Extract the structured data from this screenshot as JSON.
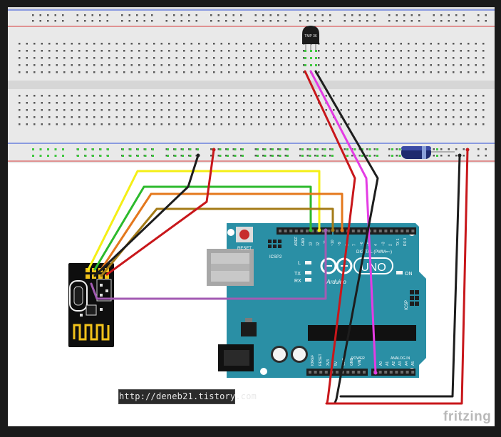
{
  "watermark": {
    "url": "http://deneb21.tistory.com",
    "brand": "fritzing"
  },
  "arduino": {
    "logo_text": "UNO",
    "brand_text": "Arduino",
    "reset_label": "RESET",
    "icsp2_label": "ICSP2",
    "icsp_label": "ICSP",
    "on_label": "ON",
    "l_label": "L",
    "tx_label": "TX",
    "rx_label": "RX",
    "digital_label": "DIGITAL (PWM=~)",
    "power_label": "POWER",
    "analog_label": "ANALOG IN",
    "power_pins": [
      "IOREF",
      "RESET",
      "3V3",
      "5V",
      "GND",
      "GND",
      "VIN"
    ],
    "analog_pins": [
      "A0",
      "A1",
      "A2",
      "A3",
      "A4",
      "A5"
    ],
    "digital_pins": [
      "AREF",
      "GND",
      "13",
      "12",
      "~11",
      "~10",
      "~9",
      "8",
      "7",
      "~6",
      "~5",
      "4",
      "~3",
      "2",
      "TX 1",
      "RX 0"
    ]
  },
  "sensor": {
    "label": "TMP\n36"
  },
  "colors": {
    "red": "#c8171b",
    "black": "#1d1d1d",
    "yellow": "#f4ef16",
    "green": "#2cba2c",
    "orange": "#e4781d",
    "olive": "#a47b17",
    "purple": "#a35bb3",
    "magenta": "#e43ce4",
    "board": "#2a8fa5"
  }
}
